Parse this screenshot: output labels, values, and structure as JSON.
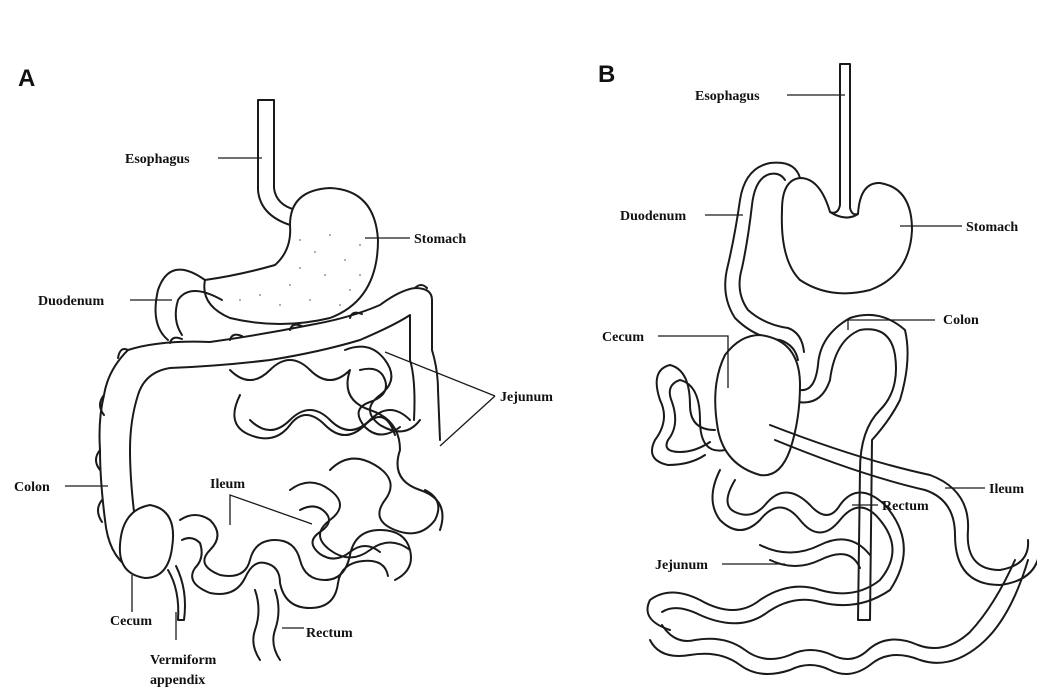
{
  "panels": {
    "a": {
      "label": "A",
      "esophagus": "Esophagus",
      "stomach": "Stomach",
      "duodenum": "Duodenum",
      "jejunum": "Jejunum",
      "colon": "Colon",
      "ileum": "Ileum",
      "cecum": "Cecum",
      "appendix_line1": "Vermiform",
      "appendix_line2": "appendix",
      "rectum": "Rectum"
    },
    "b": {
      "label": "B",
      "esophagus": "Esophagus",
      "duodenum": "Duodenum",
      "stomach": "Stomach",
      "cecum": "Cecum",
      "colon": "Colon",
      "ileum": "Ileum",
      "rectum": "Rectum",
      "jejunum": "Jejunum"
    }
  }
}
